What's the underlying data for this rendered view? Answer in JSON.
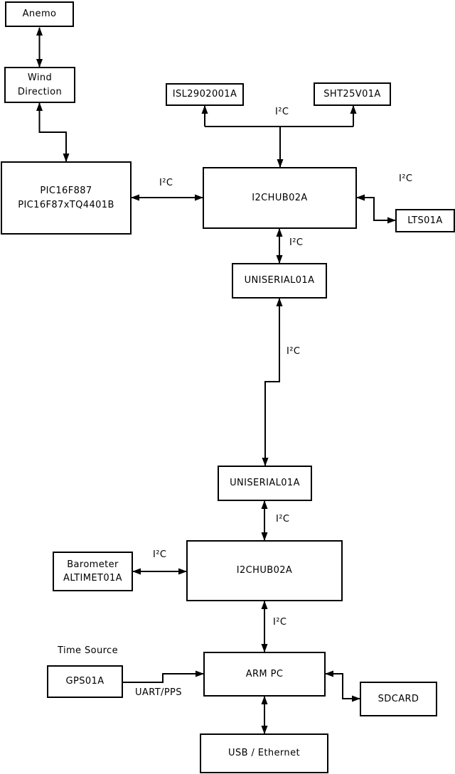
{
  "diagram": {
    "boxes": {
      "anemo": {
        "label": "Anemo"
      },
      "wind_direction": {
        "label": "Wind\nDirection"
      },
      "pic": {
        "label": "PIC16F887\nPIC16F87xTQ4401B"
      },
      "isl": {
        "label": "ISL2902001A"
      },
      "sht": {
        "label": "SHT25V01A"
      },
      "i2chub_top": {
        "label": "I2CHUB02A"
      },
      "lts": {
        "label": "LTS01A"
      },
      "uniserial_top": {
        "label": "UNISERIAL01A"
      },
      "uniserial_bottom": {
        "label": "UNISERIAL01A"
      },
      "i2chub_bottom": {
        "label": "I2CHUB02A"
      },
      "barometer": {
        "label": "Barometer\nALTIMET01A"
      },
      "gps": {
        "label": "GPS01A"
      },
      "arm_pc": {
        "label": "ARM PC"
      },
      "sdcard": {
        "label": "SDCARD"
      },
      "usb_ethernet": {
        "label": "USB / Ethernet"
      }
    },
    "edge_labels": {
      "i2c": "I²C",
      "uart_pps": "UART/PPS",
      "time_source": "Time Source"
    },
    "edges": [
      {
        "from": "Anemo",
        "to": "Wind Direction",
        "arrows": "both"
      },
      {
        "from": "Wind Direction",
        "to": "PIC16F887 PIC16F87xTQ4401B",
        "arrows": "both"
      },
      {
        "from": "PIC16F887 PIC16F87xTQ4401B",
        "to": "I2CHUB02A (top)",
        "label": "I²C",
        "arrows": "both"
      },
      {
        "from": "I2CHUB02A (top)",
        "to": "ISL2902001A",
        "label": "I²C",
        "arrows": "both"
      },
      {
        "from": "I2CHUB02A (top)",
        "to": "SHT25V01A",
        "label": "I²C",
        "arrows": "both"
      },
      {
        "from": "I2CHUB02A (top)",
        "to": "LTS01A",
        "label": "I²C",
        "arrows": "both"
      },
      {
        "from": "I2CHUB02A (top)",
        "to": "UNISERIAL01A (top)",
        "label": "I²C",
        "arrows": "both"
      },
      {
        "from": "UNISERIAL01A (top)",
        "to": "UNISERIAL01A (bottom)",
        "label": "I²C",
        "arrows": "both"
      },
      {
        "from": "UNISERIAL01A (bottom)",
        "to": "I2CHUB02A (bottom)",
        "label": "I²C",
        "arrows": "both"
      },
      {
        "from": "Barometer ALTIMET01A",
        "to": "I2CHUB02A (bottom)",
        "label": "I²C",
        "arrows": "both"
      },
      {
        "from": "I2CHUB02A (bottom)",
        "to": "ARM PC",
        "label": "I²C",
        "arrows": "both"
      },
      {
        "from": "GPS01A",
        "to": "ARM PC",
        "label": "UART/PPS",
        "arrows": "to"
      },
      {
        "from": "ARM PC",
        "to": "SDCARD",
        "arrows": "both"
      },
      {
        "from": "ARM PC",
        "to": "USB / Ethernet",
        "arrows": "both"
      }
    ],
    "colors": {
      "background": "#ffffff",
      "line": "#000000",
      "box_fill": "#ffffff",
      "box_border": "#000000"
    }
  }
}
